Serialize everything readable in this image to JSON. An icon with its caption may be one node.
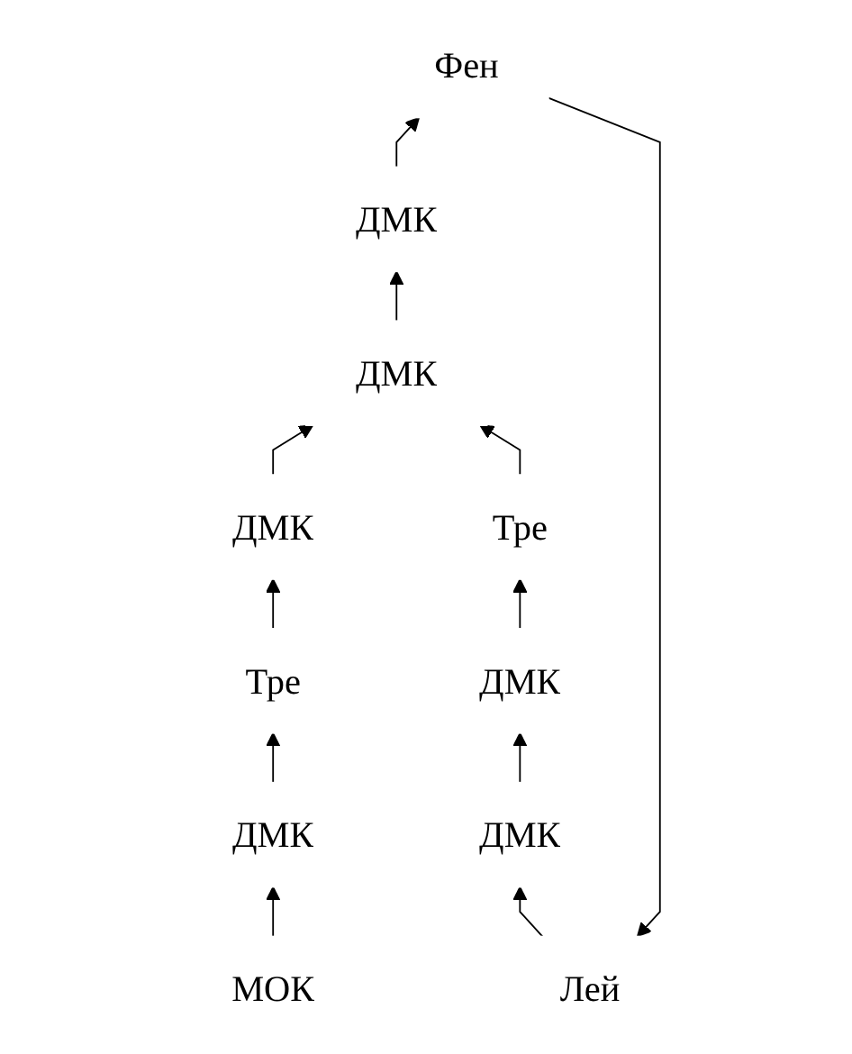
{
  "diagram": {
    "nodes": [
      {
        "text": [
          "Лей"
        ]
      },
      {
        "text": [
          "ДМК"
        ]
      },
      {
        "text": [
          "Фен"
        ]
      },
      {
        "text": [
          "ДМК"
        ]
      },
      {
        "text": [
          "ДМК"
        ]
      },
      {
        "text": [
          "Тре"
        ]
      },
      {
        "text": [
          "ДМК"
        ]
      },
      {
        "text": [
          "ДМК"
        ]
      },
      {
        "text": [
          "Тре"
        ]
      },
      {
        "text": [
          "ДМК"
        ]
      },
      {
        "text": [
          "МОК"
        ]
      }
    ],
    "edges": [
      {
        "from": 10,
        "to": 9,
        "arrow": "to"
      },
      {
        "from": 9,
        "to": 8,
        "arrow": "to"
      },
      {
        "from": 8,
        "to": 7,
        "arrow": "to"
      },
      {
        "from": 7,
        "to": 6,
        "arrow": "to"
      },
      {
        "from": 6,
        "to": 4,
        "arrow": "to"
      },
      {
        "from": 4,
        "to": 2,
        "arrow": "to"
      },
      {
        "from": 2,
        "to": 0,
        "arrow": "to"
      },
      {
        "from": 0,
        "to": 1,
        "arrow": "to"
      },
      {
        "from": 1,
        "to": 3,
        "arrow": "to"
      },
      {
        "from": 3,
        "to": 5,
        "arrow": "to"
      },
      {
        "from": 5,
        "to": 6,
        "arrow": "to"
      }
    ]
  }
}
